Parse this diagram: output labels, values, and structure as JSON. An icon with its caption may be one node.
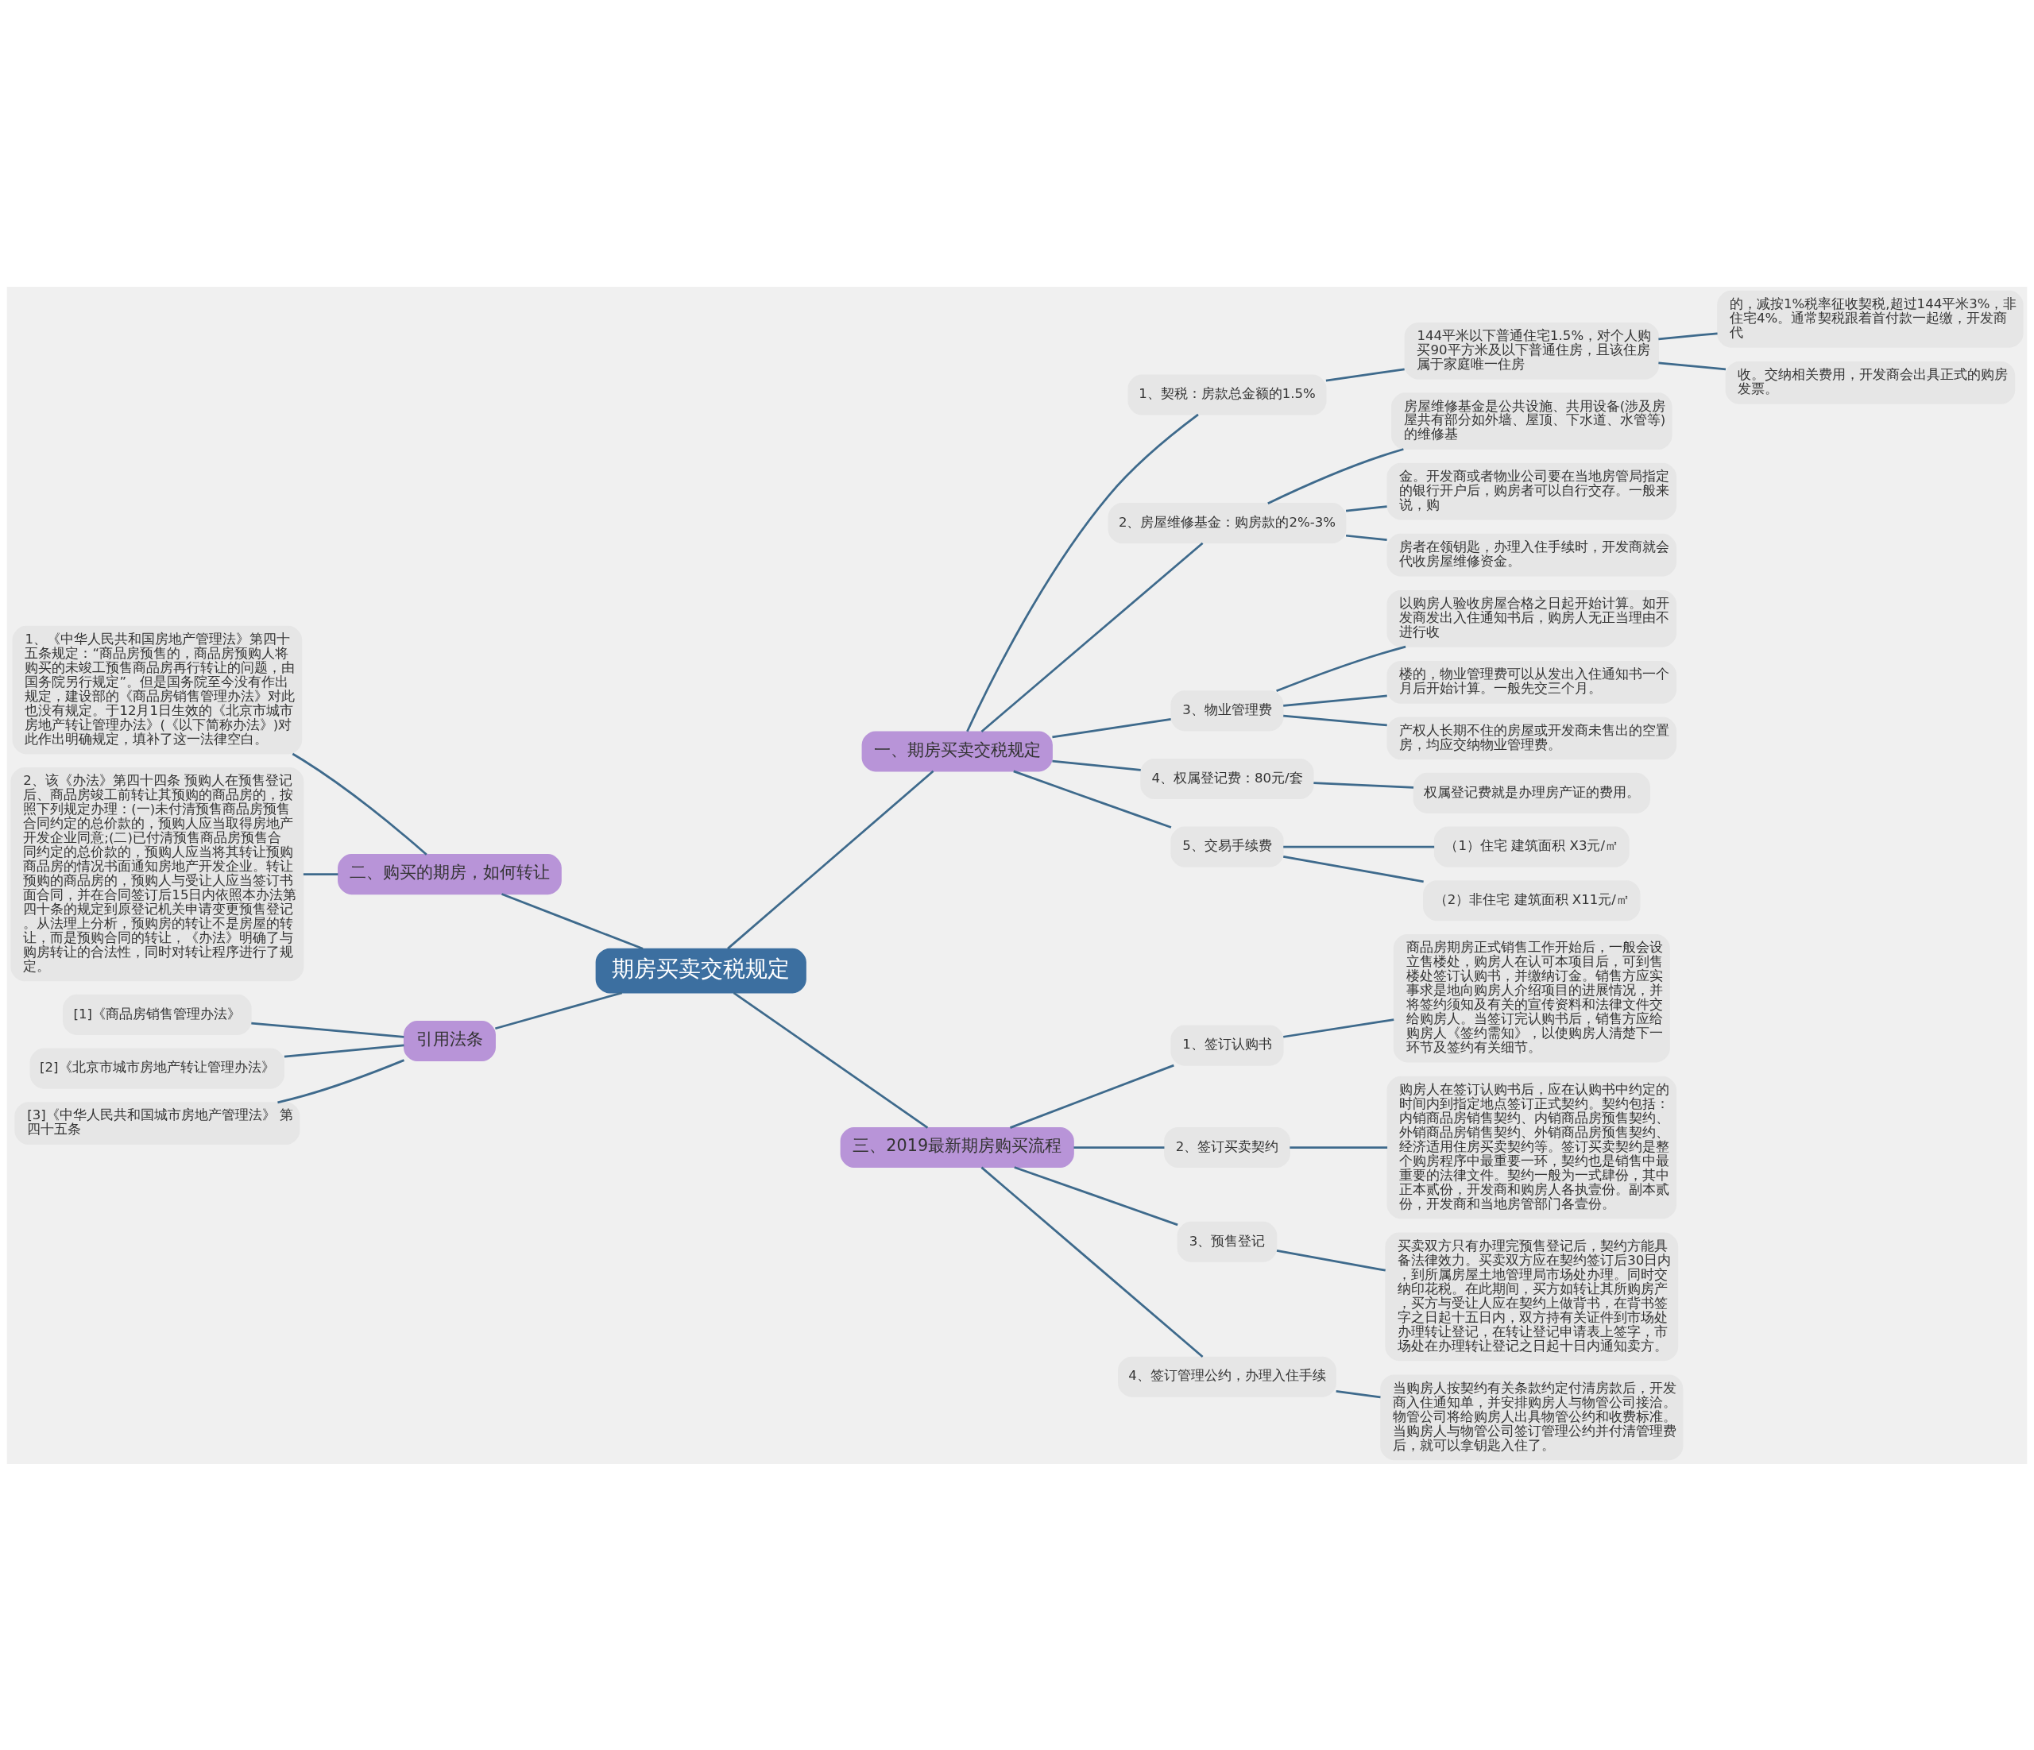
{
  "diagram": {
    "nodes": [
      {
        "text": [
          "期房买卖交税规定"
        ]
      },
      {
        "text": [
          "一、期房买卖交税规定"
        ]
      },
      {
        "text": [
          "1、契税：房款总金额的1.5%"
        ]
      },
      {
        "text": [
          "144平米以下普通住宅1.5%，对个人购买90平方米及以下普通住房，且该住房属于家庭唯一住房"
        ]
      },
      {
        "text": [
          "的，减按1%税率征收契税,超过144平米3%，非住宅4%。通常契税跟着首付款一起缴，开发商代"
        ]
      },
      {
        "text": [
          "收。交纳相关费用，开发商会出具正式的购房发票。"
        ]
      },
      {
        "text": [
          "2、房屋维修基金：购房款的2%-3%"
        ]
      },
      {
        "text": [
          "房屋维修基金是公共设施、共用设备(涉及房屋共有部分如外墙、屋顶、下水道、水管等)的维修基"
        ]
      },
      {
        "text": [
          "金。开发商或者物业公司要在当地房管局指定的银行开户后，购房者可以自行交存。一般来说，购"
        ]
      },
      {
        "text": [
          "房者在领钥匙，办理入住手续时，开发商就会代收房屋维修资金。"
        ]
      },
      {
        "text": [
          "3、物业管理费"
        ]
      },
      {
        "text": [
          "以购房人验收房屋合格之日起开始计算。如开发商发出入住通知书后，购房人无正当理由不进行收"
        ]
      },
      {
        "text": [
          "楼的，物业管理费可以从发出入住通知书一个月后开始计算。一般先交三个月。"
        ]
      },
      {
        "text": [
          "产权人长期不住的房屋或开发商未售出的空置房，均应交纳物业管理费。"
        ]
      },
      {
        "text": [
          "4、权属登记费：80元/套"
        ]
      },
      {
        "text": [
          "权属登记费就是办理房产证的费用。"
        ]
      },
      {
        "text": [
          "5、交易手续费"
        ]
      },
      {
        "text": [
          "（1）住宅 建筑面积 X3元/㎡"
        ]
      },
      {
        "text": [
          "（2）非住宅 建筑面积 X11元/㎡"
        ]
      },
      {
        "text": [
          "二、购买的期房，如何转让"
        ]
      },
      {
        "text": [
          "1、《中华人民共和国房地产管理法》第四十五条规定：“商品房预售的，商品房预购人将购买的未竣工预售商品房再行转让的问题，由国务院另行规定”。但是国务院至今没有作出规定，建设部的《商品房销售管理办法》对此也没有规定。于12月1日生效的《北京市城市房地产转让管理办法》(《以下简称办法》)对此作出明确规定，填补了这一法律空白。"
        ]
      },
      {
        "text": [
          "2、该《办法》第四十四条 预购人在预售登记后、商品房竣工前转让其预购的商品房的，按照下列规定办理：(一)未付清预售商品房预售合同约定的总价款的，预购人应当取得房地产开发企业同意;(二)已付清预售商品房预售合同约定的总价款的，预购人应当将其转让预购商品房的情况书面通知房地产开发企业。转让预购的商品房的，预购人与受让人应当签订书面合同，并在合同签订后15日内依照本办法第四十条的规定到原登记机关申请变更预售登记。从法理上分析，预购房的转让不是房屋的转让，而是预购合同的转让，《办法》明确了与购房转让的合法性，同时对转让程序进行了规定。"
        ]
      },
      {
        "text": [
          "引用法条"
        ]
      },
      {
        "text": [
          "[1]《商品房销售管理办法》"
        ]
      },
      {
        "text": [
          "[2]《北京市城市房地产转让管理办法》"
        ]
      },
      {
        "text": [
          "[3]《中华人民共和国城市房地产管理法》 第四十五条"
        ]
      },
      {
        "text": [
          "三、2019最新期房购买流程"
        ]
      },
      {
        "text": [
          "1、签订认购书"
        ]
      },
      {
        "text": [
          "商品房期房正式销售工作开始后，一般会设立售楼处，购房人在认可本项目后，可到售楼处签订认购书，并缴纳订金。销售方应实事求是地向购房人介绍项目的进展情况，并将签约须知及有关的宣传资料和法律文件交给购房人。当签订完认购书后，销售方应给购房人《签约需知》，以使购房人清楚下一环节及签约有关细节。"
        ]
      },
      {
        "text": [
          "2、签订买卖契约"
        ]
      },
      {
        "text": [
          "购房人在签订认购书后，应在认购书中约定的时间内到指定地点签订正式契约。契约包括：内销商品房销售契约、内销商品房预售契约、外销商品房销售契约、外销商品房预售契约、经济适用住房买卖契约等。签订买卖契约是整个购房程序中最重要一环，契约也是销售中最重要的法律文件。契约一般为一式肆份，其中正本贰份，开发商和购房人各执壹份。副本贰份，开发商和当地房管部门各壹份。"
        ]
      },
      {
        "text": [
          "3、预售登记"
        ]
      },
      {
        "text": [
          "买卖双方只有办理完预售登记后，契约方能具备法律效力。买卖双方应在契约签订后30日内，到所属房屋土地管理局市场处办理。同时交纳印花税。在此期间，买方如转让其所购房产，买方与受让人应在契约上做背书，在背书签字之日起十五日内，双方持有关证件到市场处办理转让登记，在转让登记申请表上签字，市场处在办理转让登记之日起十日内通知卖方。"
        ]
      },
      {
        "text": [
          "4、签订管理公约，办理入住手续"
        ]
      },
      {
        "text": [
          "当购房人按契约有关条款约定付清房款后，开发商入住通知单，并安排购房人与物管公司接洽。物管公司将给购房人出具物管公约和收费标准。当购房人与物管公司签订管理公约并付清管理费后，就可以拿钥匙入住了。"
        ]
      }
    ],
    "edges": [
      {
        "from": 0,
        "to": 1,
        "arrow": "none"
      },
      {
        "from": 1,
        "to": 2,
        "arrow": "none"
      },
      {
        "from": 2,
        "to": 3,
        "arrow": "none"
      },
      {
        "from": 3,
        "to": 4,
        "arrow": "none"
      },
      {
        "from": 3,
        "to": 5,
        "arrow": "none"
      },
      {
        "from": 1,
        "to": 6,
        "arrow": "none"
      },
      {
        "from": 6,
        "to": 7,
        "arrow": "none"
      },
      {
        "from": 6,
        "to": 8,
        "arrow": "none"
      },
      {
        "from": 6,
        "to": 9,
        "arrow": "none"
      },
      {
        "from": 1,
        "to": 10,
        "arrow": "none"
      },
      {
        "from": 10,
        "to": 11,
        "arrow": "none"
      },
      {
        "from": 10,
        "to": 12,
        "arrow": "none"
      },
      {
        "from": 10,
        "to": 13,
        "arrow": "none"
      },
      {
        "from": 1,
        "to": 14,
        "arrow": "none"
      },
      {
        "from": 14,
        "to": 15,
        "arrow": "none"
      },
      {
        "from": 1,
        "to": 16,
        "arrow": "none"
      },
      {
        "from": 16,
        "to": 17,
        "arrow": "none"
      },
      {
        "from": 16,
        "to": 18,
        "arrow": "none"
      },
      {
        "from": 0,
        "to": 19,
        "arrow": "none"
      },
      {
        "from": 19,
        "to": 20,
        "arrow": "none"
      },
      {
        "from": 19,
        "to": 21,
        "arrow": "none"
      },
      {
        "from": 0,
        "to": 22,
        "arrow": "none"
      },
      {
        "from": 22,
        "to": 23,
        "arrow": "none"
      },
      {
        "from": 22,
        "to": 24,
        "arrow": "none"
      },
      {
        "from": 22,
        "to": 25,
        "arrow": "none"
      },
      {
        "from": 0,
        "to": 26,
        "arrow": "none"
      },
      {
        "from": 26,
        "to": 27,
        "arrow": "none"
      },
      {
        "from": 27,
        "to": 28,
        "arrow": "none"
      },
      {
        "from": 26,
        "to": 29,
        "arrow": "none"
      },
      {
        "from": 29,
        "to": 30,
        "arrow": "none"
      },
      {
        "from": 26,
        "to": 31,
        "arrow": "none"
      },
      {
        "from": 31,
        "to": 32,
        "arrow": "none"
      },
      {
        "from": 26,
        "to": 33,
        "arrow": "none"
      },
      {
        "from": 33,
        "to": 34,
        "arrow": "none"
      }
    ]
  }
}
